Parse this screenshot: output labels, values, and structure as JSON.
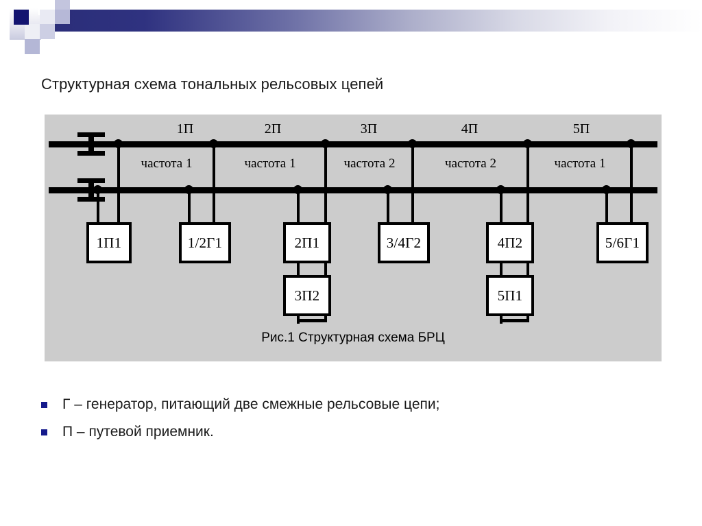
{
  "slide": {
    "title": "Структурная схема тональных рельсовых цепей"
  },
  "diagram": {
    "caption": "Рис.1 Структурная схема БРЦ",
    "section_labels": [
      "1П",
      "2П",
      "3П",
      "4П",
      "5П"
    ],
    "frequency_labels": [
      "частота 1",
      "частота 1",
      "частота 2",
      "частота 2",
      "частота 1"
    ],
    "boxes_row1": [
      "1П1",
      "1/2Г1",
      "2П1",
      "3/4Г2",
      "4П2",
      "5/6Г1"
    ],
    "boxes_row2": [
      "3П2",
      "5П1"
    ],
    "colors": {
      "panel_background": "#cccccc",
      "line": "#000000",
      "box_fill": "#ffffff"
    }
  },
  "legend": {
    "items": [
      "Г – генератор, питающий две смежные рельсовые цепи;",
      "П – путевой приемник."
    ],
    "bullet_color": "#151a8c"
  },
  "banner": {
    "accent_color": "#131470"
  }
}
